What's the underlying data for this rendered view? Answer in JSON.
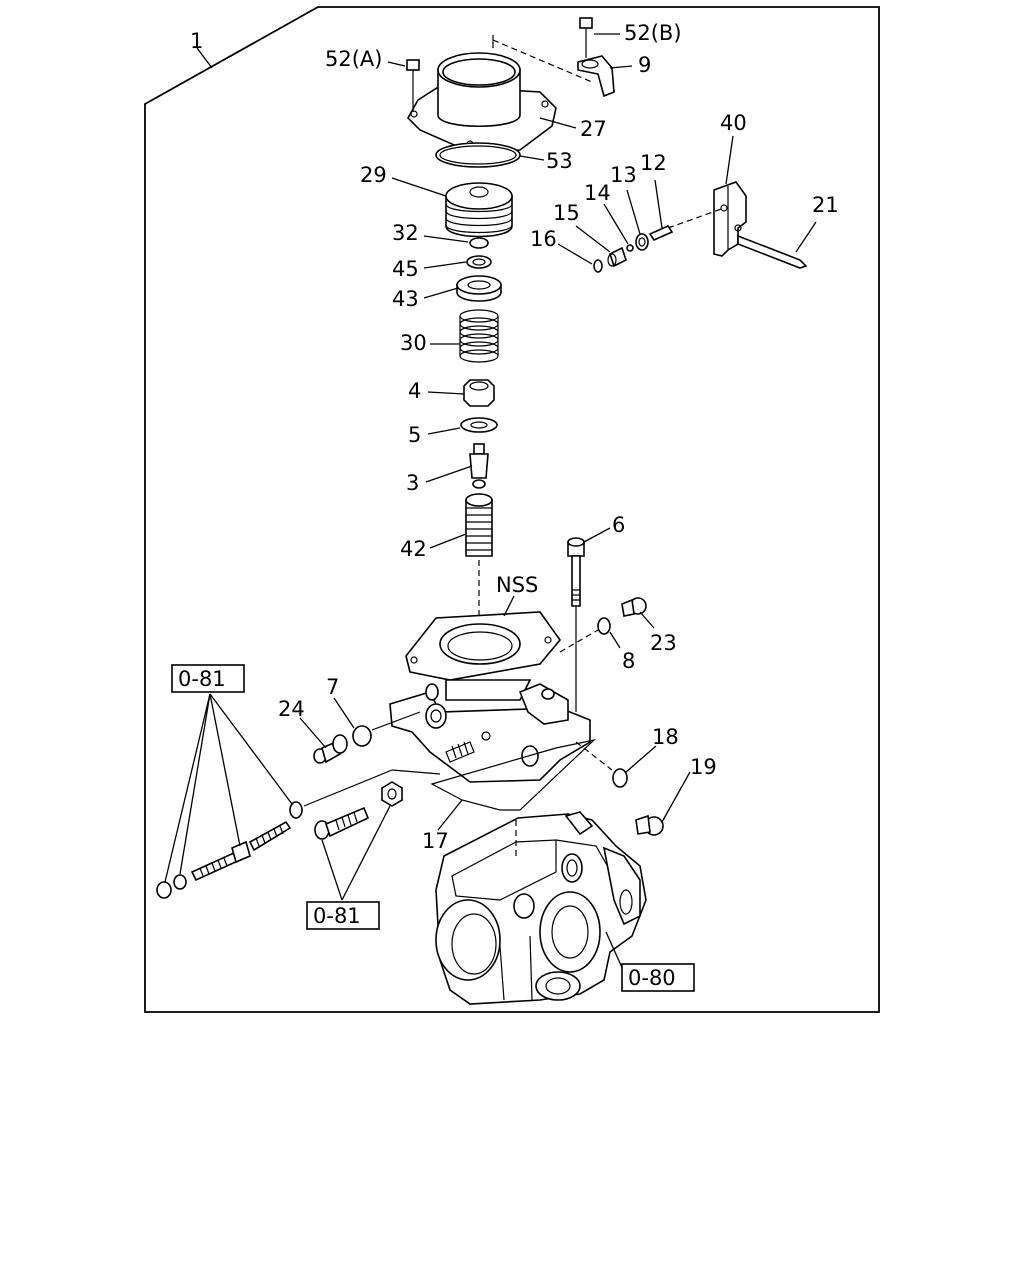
{
  "labels": {
    "l1": "1",
    "l52a": "52(A)",
    "l52b": "52(B)",
    "l9": "9",
    "l27": "27",
    "l53": "53",
    "l29": "29",
    "l40": "40",
    "l12": "12",
    "l13": "13",
    "l14": "14",
    "l15": "15",
    "l16": "16",
    "l21": "21",
    "l32": "32",
    "l45": "45",
    "l43": "43",
    "l30": "30",
    "l4": "4",
    "l5": "5",
    "l3": "3",
    "l42": "42",
    "l6": "6",
    "lnss": "NSS",
    "l23": "23",
    "l8": "8",
    "l7": "7",
    "l24": "24",
    "l18": "18",
    "l19": "19",
    "l17": "17"
  },
  "refs": {
    "r081a": "0-81",
    "r081b": "0-81",
    "r080": "0-80"
  }
}
